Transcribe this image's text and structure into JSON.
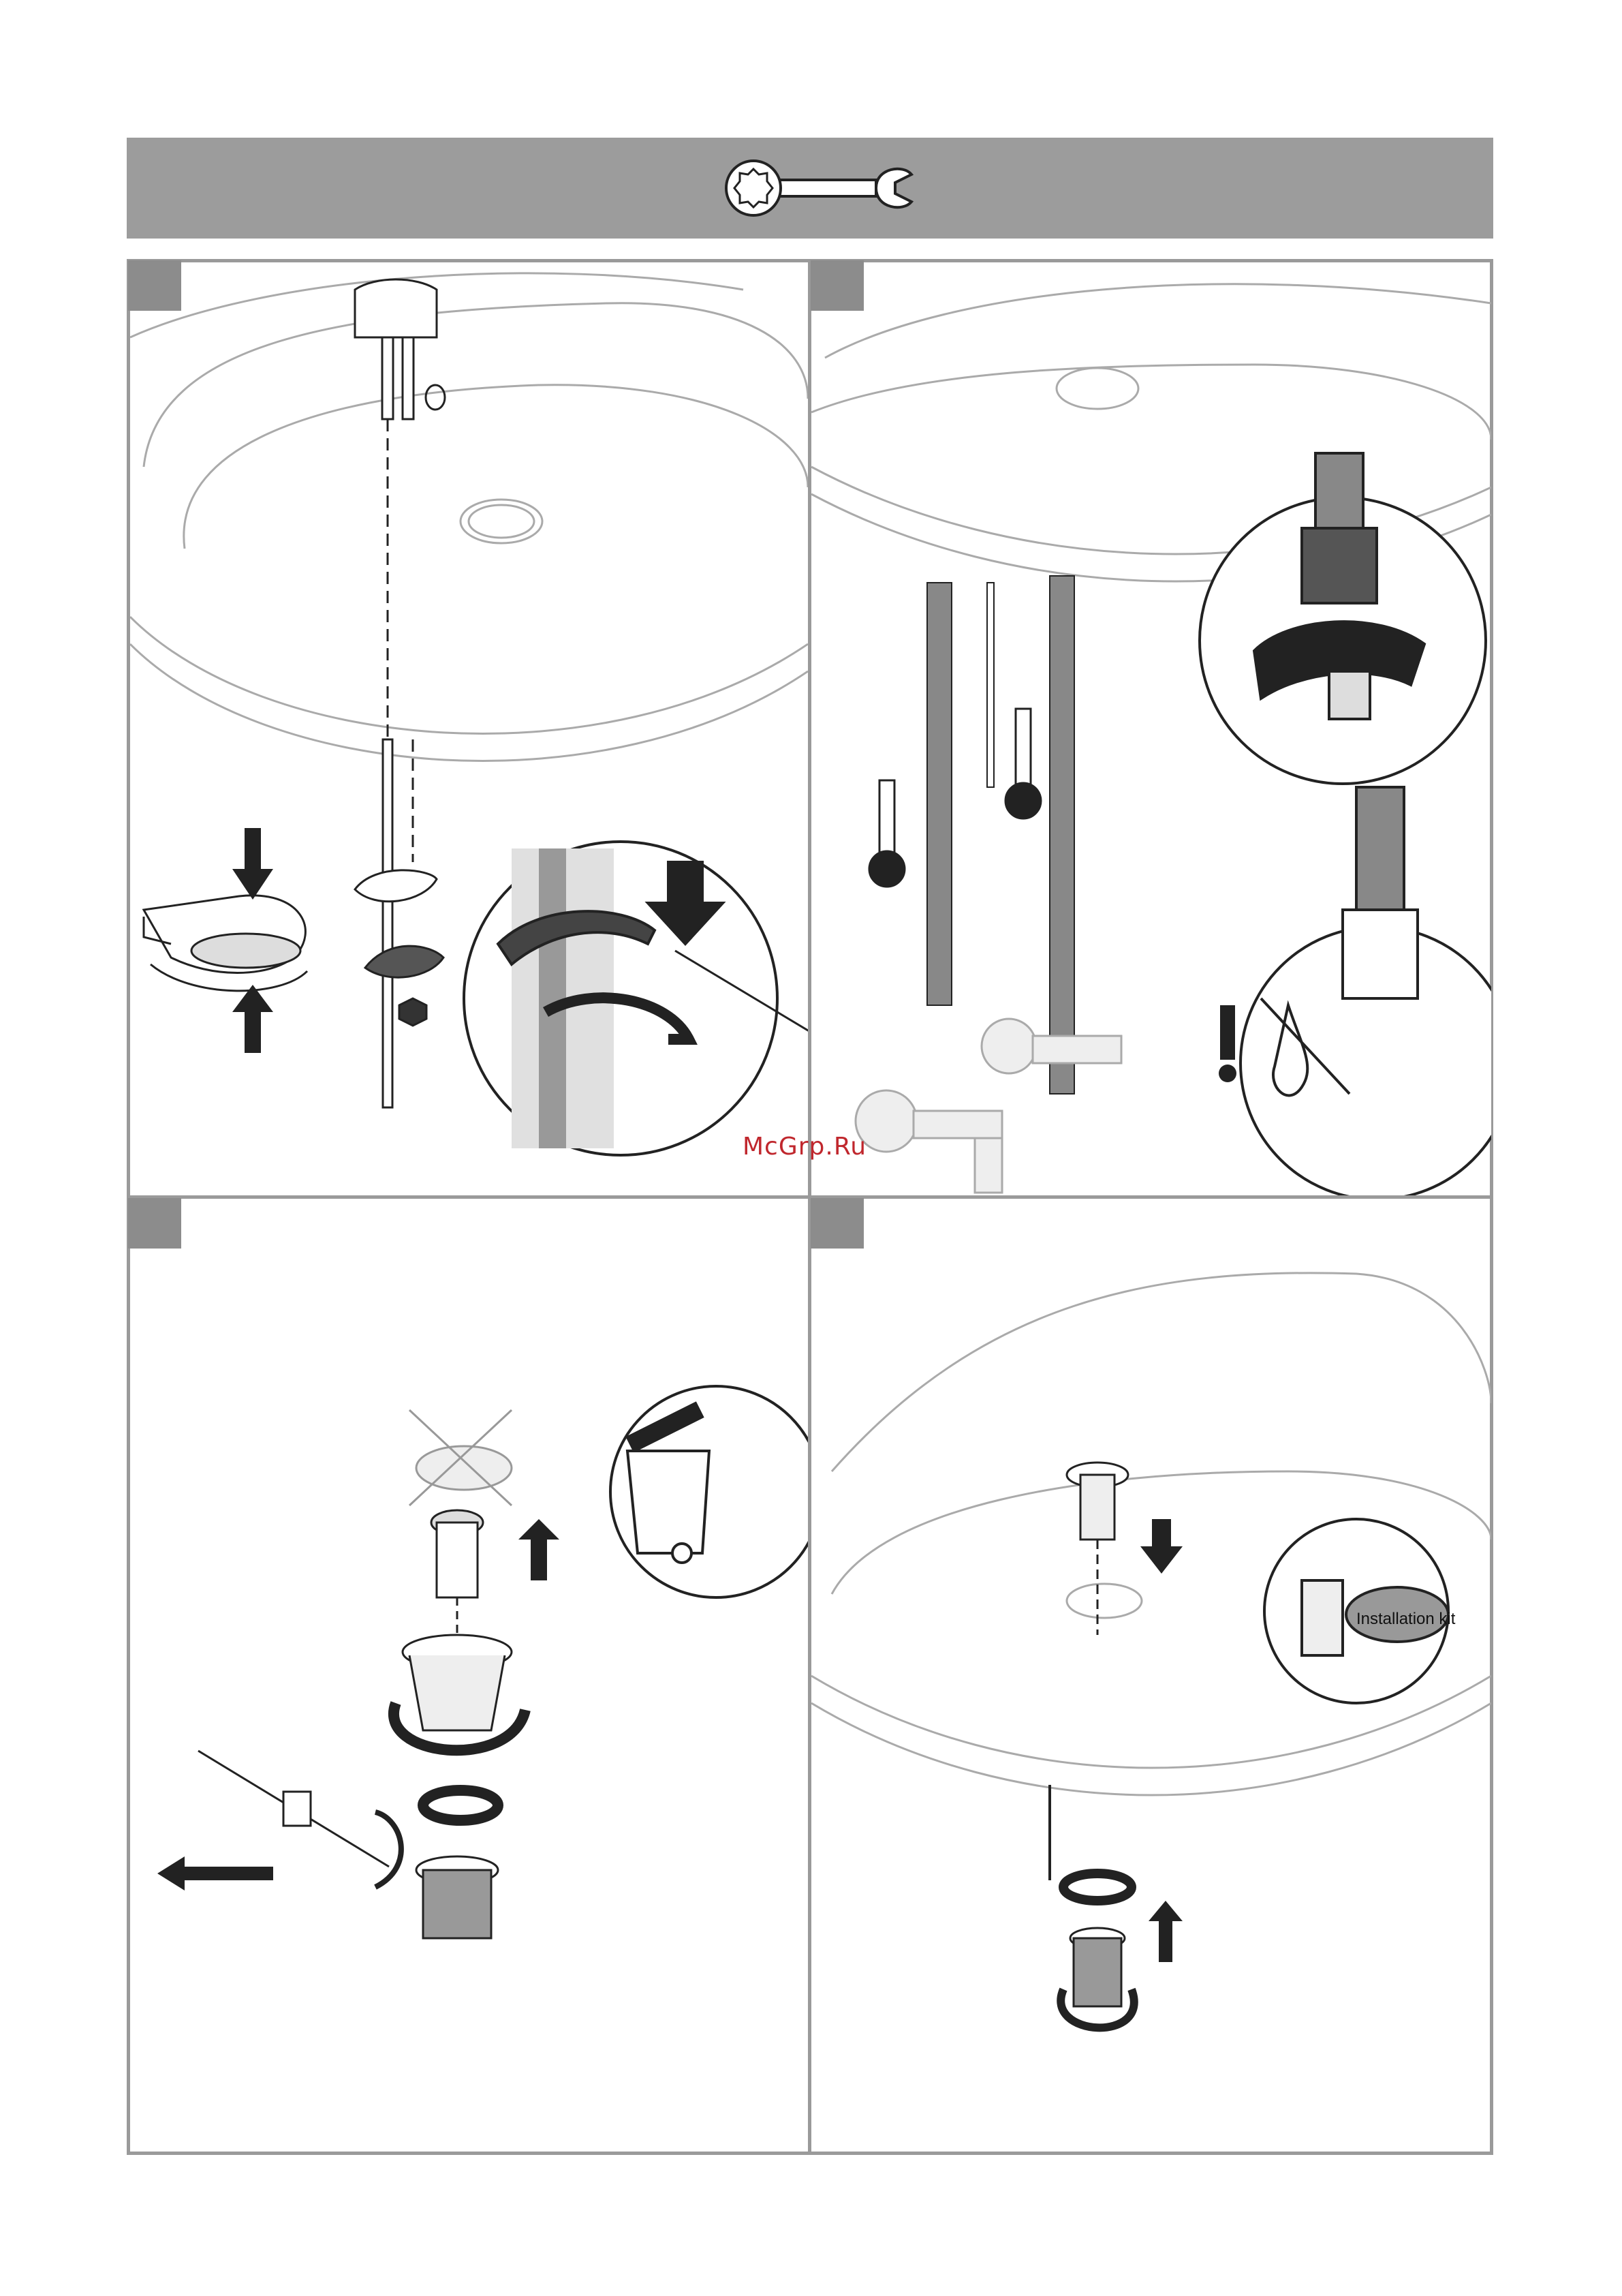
{
  "header": {
    "icon": "wrench-icon"
  },
  "watermark": "McGrp.Ru",
  "panels": [
    {
      "id": "step-1",
      "content": "mount-mixer-under-basin"
    },
    {
      "id": "step-2",
      "content": "connect-hoses-to-angle-valves"
    },
    {
      "id": "step-3",
      "content": "disassemble-waste-set"
    },
    {
      "id": "step-4",
      "content": "install-waste-set"
    }
  ],
  "step4": {
    "kit_label": "Installation kit"
  },
  "colors": {
    "band": "#9c9c9c",
    "frame": "#9a9a9a",
    "tab": "#8c8c8c",
    "watermark": "#c0272d"
  }
}
